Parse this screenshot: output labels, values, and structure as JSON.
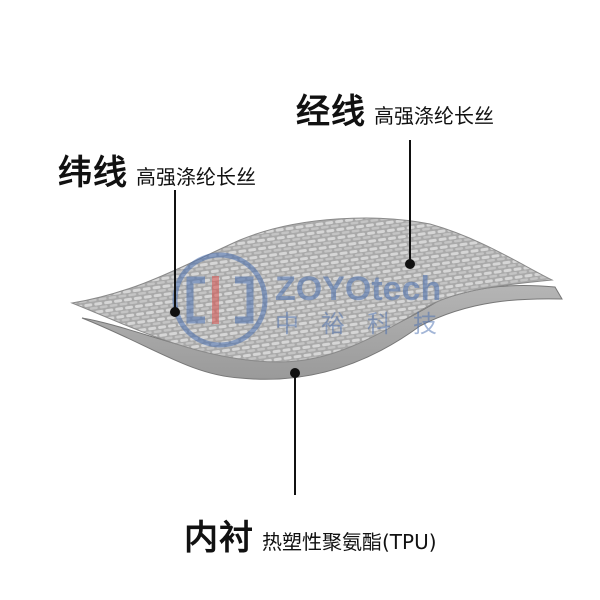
{
  "labels": {
    "warp": {
      "title": "经线",
      "desc": "高强涤纶长丝"
    },
    "weft": {
      "title": "纬线",
      "desc": "高强涤纶长丝"
    },
    "lining": {
      "title": "内衬",
      "desc": "热塑性聚氨酯(TPU)"
    }
  },
  "watermark": {
    "brand": "ZOYOtech",
    "cn": "中裕科技"
  },
  "colors": {
    "fabric": "#b9b9b9",
    "lining": "#a6a6a6",
    "leader": "#111111",
    "watermark": "#4a6fb0"
  }
}
